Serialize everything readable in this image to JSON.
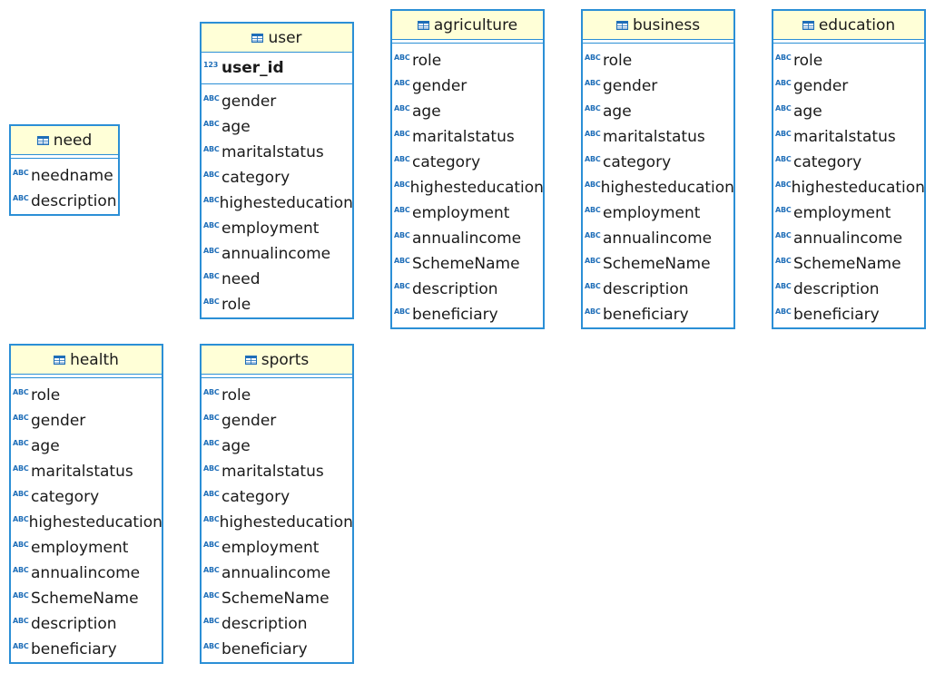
{
  "type_icons": {
    "text": "ABC",
    "numeric": "123"
  },
  "colors": {
    "border": "#2b8fd6",
    "header_bg": "#ffffd7",
    "icon": "#1f6eb8"
  },
  "tables": [
    {
      "id": "need",
      "name": "need",
      "pk": [],
      "columns": [
        "needname",
        "description"
      ]
    },
    {
      "id": "user",
      "name": "user",
      "pk": [
        "user_id"
      ],
      "columns": [
        "gender",
        "age",
        "maritalstatus",
        "category",
        "highesteducation",
        "employment",
        "annualincome",
        "need",
        "role"
      ]
    },
    {
      "id": "agriculture",
      "name": "agriculture",
      "pk": [],
      "columns": [
        "role",
        "gender",
        "age",
        "maritalstatus",
        "category",
        "highesteducation",
        "employment",
        "annualincome",
        "SchemeName",
        "description",
        "beneficiary"
      ]
    },
    {
      "id": "business",
      "name": "business",
      "pk": [],
      "columns": [
        "role",
        "gender",
        "age",
        "maritalstatus",
        "category",
        "highesteducation",
        "employment",
        "annualincome",
        "SchemeName",
        "description",
        "beneficiary"
      ]
    },
    {
      "id": "education",
      "name": "education",
      "pk": [],
      "columns": [
        "role",
        "gender",
        "age",
        "maritalstatus",
        "category",
        "highesteducation",
        "employment",
        "annualincome",
        "SchemeName",
        "description",
        "beneficiary"
      ]
    },
    {
      "id": "health",
      "name": "health",
      "pk": [],
      "columns": [
        "role",
        "gender",
        "age",
        "maritalstatus",
        "category",
        "highesteducation",
        "employment",
        "annualincome",
        "SchemeName",
        "description",
        "beneficiary"
      ]
    },
    {
      "id": "sports",
      "name": "sports",
      "pk": [],
      "columns": [
        "role",
        "gender",
        "age",
        "maritalstatus",
        "category",
        "highesteducation",
        "employment",
        "annualincome",
        "SchemeName",
        "description",
        "beneficiary"
      ]
    }
  ]
}
